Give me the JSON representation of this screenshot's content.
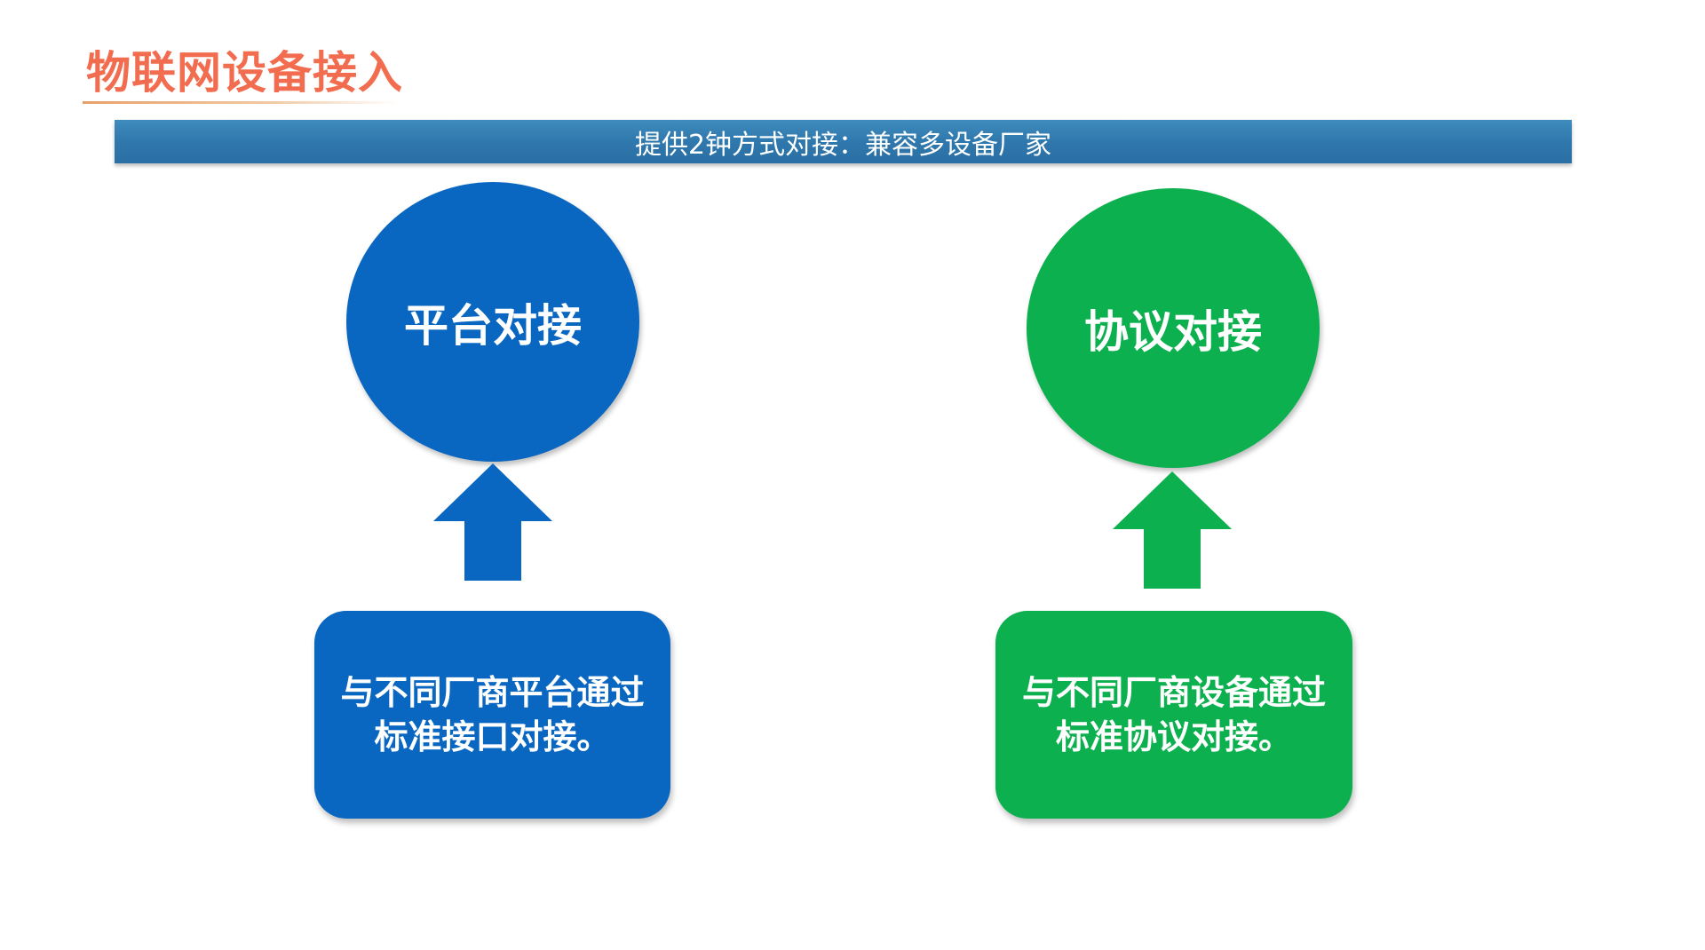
{
  "slide": {
    "title": "物联网设备接入",
    "banner": "提供2钟方式对接：兼容多设备厂家"
  },
  "columns": [
    {
      "circle_label": "平台对接",
      "box_lines": [
        "与不同厂商平台通过",
        "标准接口对接。"
      ],
      "color": "#0a67c1"
    },
    {
      "circle_label": "协议对接",
      "box_lines": [
        "与不同厂商设备通过",
        "标准协议对接。"
      ],
      "color": "#0cb04f"
    }
  ],
  "colors": {
    "title": "#f26d4f",
    "banner": "#2f78ad",
    "blue": "#0a67c1",
    "green": "#0cb04f"
  },
  "icons": {
    "left_arrow": "arrow-up-icon",
    "right_arrow": "arrow-up-icon"
  }
}
